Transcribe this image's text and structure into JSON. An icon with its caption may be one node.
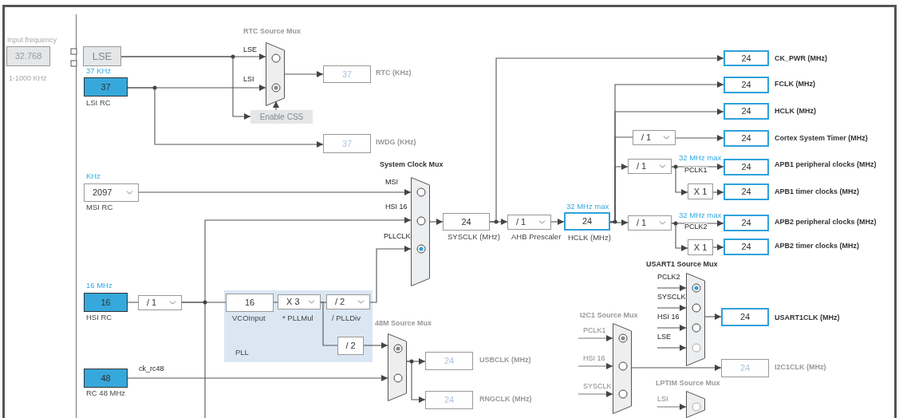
{
  "diagram": {
    "nodes": [
      {
        "text": [
          "32.768"
        ],
        "beside": [
          "Input frequency",
          "1-1000 KHz"
        ]
      },
      {
        "text": [
          "LSE"
        ]
      },
      {
        "text": [
          "37"
        ],
        "beside": [
          "37 KHz",
          "LSI RC"
        ]
      },
      {
        "text": [
          "RTC Source Mux"
        ]
      },
      {
        "text": [
          "Enable CSS"
        ]
      },
      {
        "text": [
          "37"
        ],
        "beside": [
          "RTC (KHz)"
        ]
      },
      {
        "text": [
          "37"
        ],
        "beside": [
          "IWDG (KHz)"
        ]
      },
      {
        "text": [
          "2097"
        ],
        "beside": [
          "KHz",
          "MSI RC"
        ]
      },
      {
        "text": [
          "System Clock Mux"
        ]
      },
      {
        "text": [
          "24"
        ],
        "beside": [
          "SYSCLK (MHz)"
        ]
      },
      {
        "text": [
          "/ 1"
        ],
        "beside": [
          "AHB Prescaler"
        ]
      },
      {
        "text": [
          "24"
        ],
        "beside": [
          "32 MHz max",
          "HCLK (MHz)"
        ]
      },
      {
        "text": [
          "24"
        ],
        "beside": [
          "CK_PWR (MHz)"
        ]
      },
      {
        "text": [
          "24"
        ],
        "beside": [
          "FCLK (MHz)"
        ]
      },
      {
        "text": [
          "24"
        ],
        "beside": [
          "HCLK (MHz)"
        ]
      },
      {
        "text": [
          "/ 1"
        ]
      },
      {
        "text": [
          "24"
        ],
        "beside": [
          "Cortex System Timer (MHz)"
        ]
      },
      {
        "text": [
          "/ 1"
        ]
      },
      {
        "text": [
          "24"
        ],
        "beside": [
          "32 MHz max",
          "APB1 peripheral clocks (MHz)"
        ]
      },
      {
        "text": [
          "X 1"
        ]
      },
      {
        "text": [
          "24"
        ],
        "beside": [
          "APB1 timer clocks (MHz)"
        ]
      },
      {
        "text": [
          "/ 1"
        ]
      },
      {
        "text": [
          "24"
        ],
        "beside": [
          "32 MHz max",
          "APB2 peripheral clocks (MHz)"
        ]
      },
      {
        "text": [
          "X 1"
        ]
      },
      {
        "text": [
          "24"
        ],
        "beside": [
          "APB2 timer clocks (MHz)"
        ]
      },
      {
        "text": [
          "16"
        ],
        "beside": [
          "16 MHz",
          "HSI RC"
        ]
      },
      {
        "text": [
          "/ 1"
        ]
      },
      {
        "text": [
          "PLL"
        ]
      },
      {
        "text": [
          "16"
        ],
        "beside": [
          "VCOInput"
        ],
        "in": 27
      },
      {
        "text": [
          "X 3"
        ],
        "beside": [
          "* PLLMul"
        ],
        "in": 27
      },
      {
        "text": [
          "/ 2"
        ],
        "beside": [
          "/ PLLDiv"
        ],
        "in": 27
      },
      {
        "text": [
          "/ 2"
        ],
        "in": 27
      },
      {
        "text": [
          "48M Source Mux"
        ]
      },
      {
        "text": [
          "48"
        ],
        "beside": [
          "RC 48 MHz"
        ]
      },
      {
        "text": [
          "24"
        ],
        "beside": [
          "USBCLK (MHz)"
        ]
      },
      {
        "text": [
          "24"
        ],
        "beside": [
          "RNGCLK (MHz)"
        ]
      },
      {
        "text": [
          "USART1 Source Mux"
        ]
      },
      {
        "text": [
          "24"
        ],
        "beside": [
          "USART1CLK (MHz)"
        ]
      },
      {
        "text": [
          "I2C1 Source Mux"
        ]
      },
      {
        "text": [
          "24"
        ],
        "beside": [
          "I2C1CLK (MHz)"
        ]
      },
      {
        "text": [
          "LPTIM Source Mux"
        ]
      }
    ],
    "edges": [
      {
        "from": 1,
        "to": 3,
        "arrow": "to",
        "label": "LSE"
      },
      {
        "from": 2,
        "to": 3,
        "arrow": "to",
        "label": "LSI"
      },
      {
        "from": 1,
        "to": 4,
        "arrow": "to"
      },
      {
        "from": 4,
        "to": 3,
        "arrow": "to"
      },
      {
        "from": 3,
        "to": 5,
        "arrow": "to"
      },
      {
        "from": 2,
        "to": 6,
        "arrow": "to"
      },
      {
        "from": 7,
        "to": 8,
        "arrow": "to",
        "label": "MSI"
      },
      {
        "from": 26,
        "to": 8,
        "arrow": "to",
        "label": "HSI 16"
      },
      {
        "from": 26,
        "to": 28,
        "arrow": "none"
      },
      {
        "from": 25,
        "to": 26,
        "arrow": "none"
      },
      {
        "from": 28,
        "to": 29,
        "arrow": "none"
      },
      {
        "from": 29,
        "to": 30,
        "arrow": "none"
      },
      {
        "from": 30,
        "to": 8,
        "arrow": "to",
        "label": "PLLCLK"
      },
      {
        "from": 29,
        "to": 31,
        "arrow": "none"
      },
      {
        "from": 31,
        "to": 32,
        "arrow": "to"
      },
      {
        "from": 33,
        "to": 32,
        "arrow": "to",
        "label": "ck_rc48"
      },
      {
        "from": 32,
        "to": 34,
        "arrow": "to"
      },
      {
        "from": 32,
        "to": 35,
        "arrow": "to"
      },
      {
        "from": 8,
        "to": 9,
        "arrow": "to"
      },
      {
        "from": 9,
        "to": 10,
        "arrow": "to"
      },
      {
        "from": 10,
        "to": 11,
        "arrow": "to"
      },
      {
        "from": 9,
        "to": 12,
        "arrow": "to"
      },
      {
        "from": 11,
        "to": 13,
        "arrow": "to"
      },
      {
        "from": 11,
        "to": 14,
        "arrow": "to"
      },
      {
        "from": 11,
        "to": 15,
        "arrow": "none"
      },
      {
        "from": 15,
        "to": 16,
        "arrow": "to"
      },
      {
        "from": 11,
        "to": 17,
        "arrow": "to"
      },
      {
        "from": 17,
        "to": 18,
        "arrow": "to",
        "label": "PCLK1"
      },
      {
        "from": 17,
        "to": 19,
        "arrow": "to"
      },
      {
        "from": 19,
        "to": 20,
        "arrow": "to"
      },
      {
        "from": 11,
        "to": 21,
        "arrow": "to"
      },
      {
        "from": 21,
        "to": 22,
        "arrow": "to",
        "label": "PCLK2"
      },
      {
        "from": 21,
        "to": 23,
        "arrow": "to"
      },
      {
        "from": 23,
        "to": 24,
        "arrow": "to"
      },
      {
        "from": null,
        "to": 36,
        "arrow": "to",
        "label": "PCLK2"
      },
      {
        "from": null,
        "to": 36,
        "arrow": "to",
        "label": "SYSCLK"
      },
      {
        "from": null,
        "to": 36,
        "arrow": "to",
        "label": "HSI 16"
      },
      {
        "from": null,
        "to": 36,
        "arrow": "to",
        "label": "LSE"
      },
      {
        "from": 36,
        "to": 37,
        "arrow": "to"
      },
      {
        "from": null,
        "to": 38,
        "arrow": "to",
        "label": "PCLK1"
      },
      {
        "from": null,
        "to": 38,
        "arrow": "to",
        "label": "HSI 16"
      },
      {
        "from": null,
        "to": 38,
        "arrow": "to",
        "label": "SYSCLK"
      },
      {
        "from": 38,
        "to": 39,
        "arrow": "to"
      },
      {
        "from": null,
        "to": 40,
        "arrow": "to",
        "label": "LSI"
      }
    ]
  }
}
